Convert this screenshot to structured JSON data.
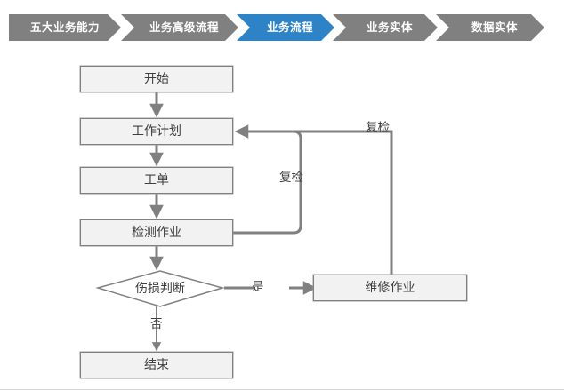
{
  "breadcrumb": {
    "items": [
      {
        "label": "五大业务能力",
        "state": "inactive"
      },
      {
        "label": "业务高级流程",
        "state": "inactive"
      },
      {
        "label": "业务流程",
        "state": "active"
      },
      {
        "label": "业务实体",
        "state": "inactive"
      },
      {
        "label": "数据实体",
        "state": "inactive"
      }
    ],
    "active_color": "#2E83C6",
    "inactive_color": "#808080",
    "text_color": "#FFFFFF"
  },
  "flowchart": {
    "node_fill": "#F2F2F2",
    "node_border": "#808080",
    "connector_color": "#808080",
    "nodes": {
      "start": "开始",
      "work_plan": "工作计划",
      "work_order": "工单",
      "inspection_task": "检测作业",
      "damage_decision": "伤损判断",
      "repair_task": "维修作业",
      "end": "结束"
    },
    "edge_labels": {
      "yes": "是",
      "no": "否",
      "recheck_inner": "复检",
      "recheck_outer": "复检"
    }
  }
}
